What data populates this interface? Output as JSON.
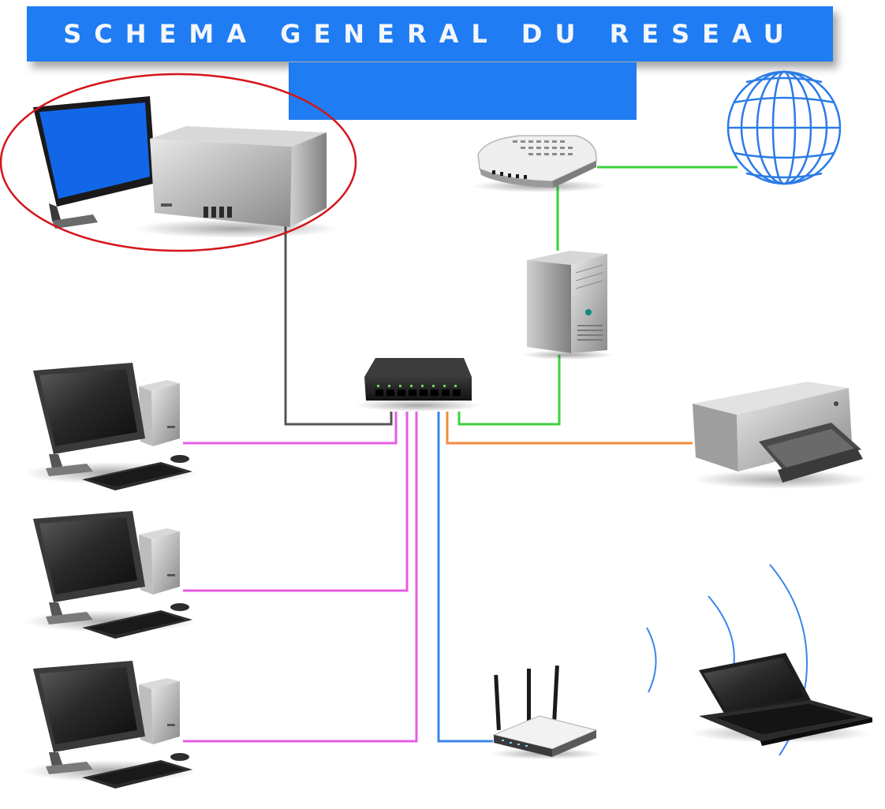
{
  "banner": {
    "title": "SCHEMA GENERAL DU RESEAU"
  },
  "colors": {
    "banner_blue": "#1f7cf2",
    "cable_grey": "#555555",
    "cable_pink": "#e65ce6",
    "cable_blue": "#3a86e8",
    "cable_orange": "#f28a3c",
    "cable_green": "#3ed13e",
    "highlight_red": "#d4151b"
  },
  "nodes": [
    {
      "id": "admin-workstation",
      "icon": "server-pc-icon",
      "highlighted": true
    },
    {
      "id": "modem",
      "icon": "modem-icon"
    },
    {
      "id": "internet",
      "icon": "globe-icon"
    },
    {
      "id": "server",
      "icon": "tower-server-icon"
    },
    {
      "id": "switch",
      "icon": "network-switch-icon"
    },
    {
      "id": "workstation-1",
      "icon": "desktop-pc-icon"
    },
    {
      "id": "workstation-2",
      "icon": "desktop-pc-icon"
    },
    {
      "id": "workstation-3",
      "icon": "desktop-pc-icon"
    },
    {
      "id": "printer",
      "icon": "printer-icon"
    },
    {
      "id": "wifi-router",
      "icon": "wifi-router-icon"
    },
    {
      "id": "laptop",
      "icon": "laptop-icon"
    }
  ],
  "links": [
    {
      "from": "admin-workstation",
      "to": "switch",
      "color": "cable_grey"
    },
    {
      "from": "workstation-1",
      "to": "switch",
      "color": "cable_pink"
    },
    {
      "from": "workstation-2",
      "to": "switch",
      "color": "cable_pink"
    },
    {
      "from": "workstation-3",
      "to": "switch",
      "color": "cable_pink"
    },
    {
      "from": "wifi-router",
      "to": "switch",
      "color": "cable_blue"
    },
    {
      "from": "printer",
      "to": "switch",
      "color": "cable_orange"
    },
    {
      "from": "server",
      "to": "switch",
      "color": "cable_green"
    },
    {
      "from": "modem",
      "to": "server",
      "color": "cable_green"
    },
    {
      "from": "modem",
      "to": "internet",
      "color": "cable_green"
    },
    {
      "from": "wifi-router",
      "to": "laptop",
      "wireless": true
    }
  ]
}
